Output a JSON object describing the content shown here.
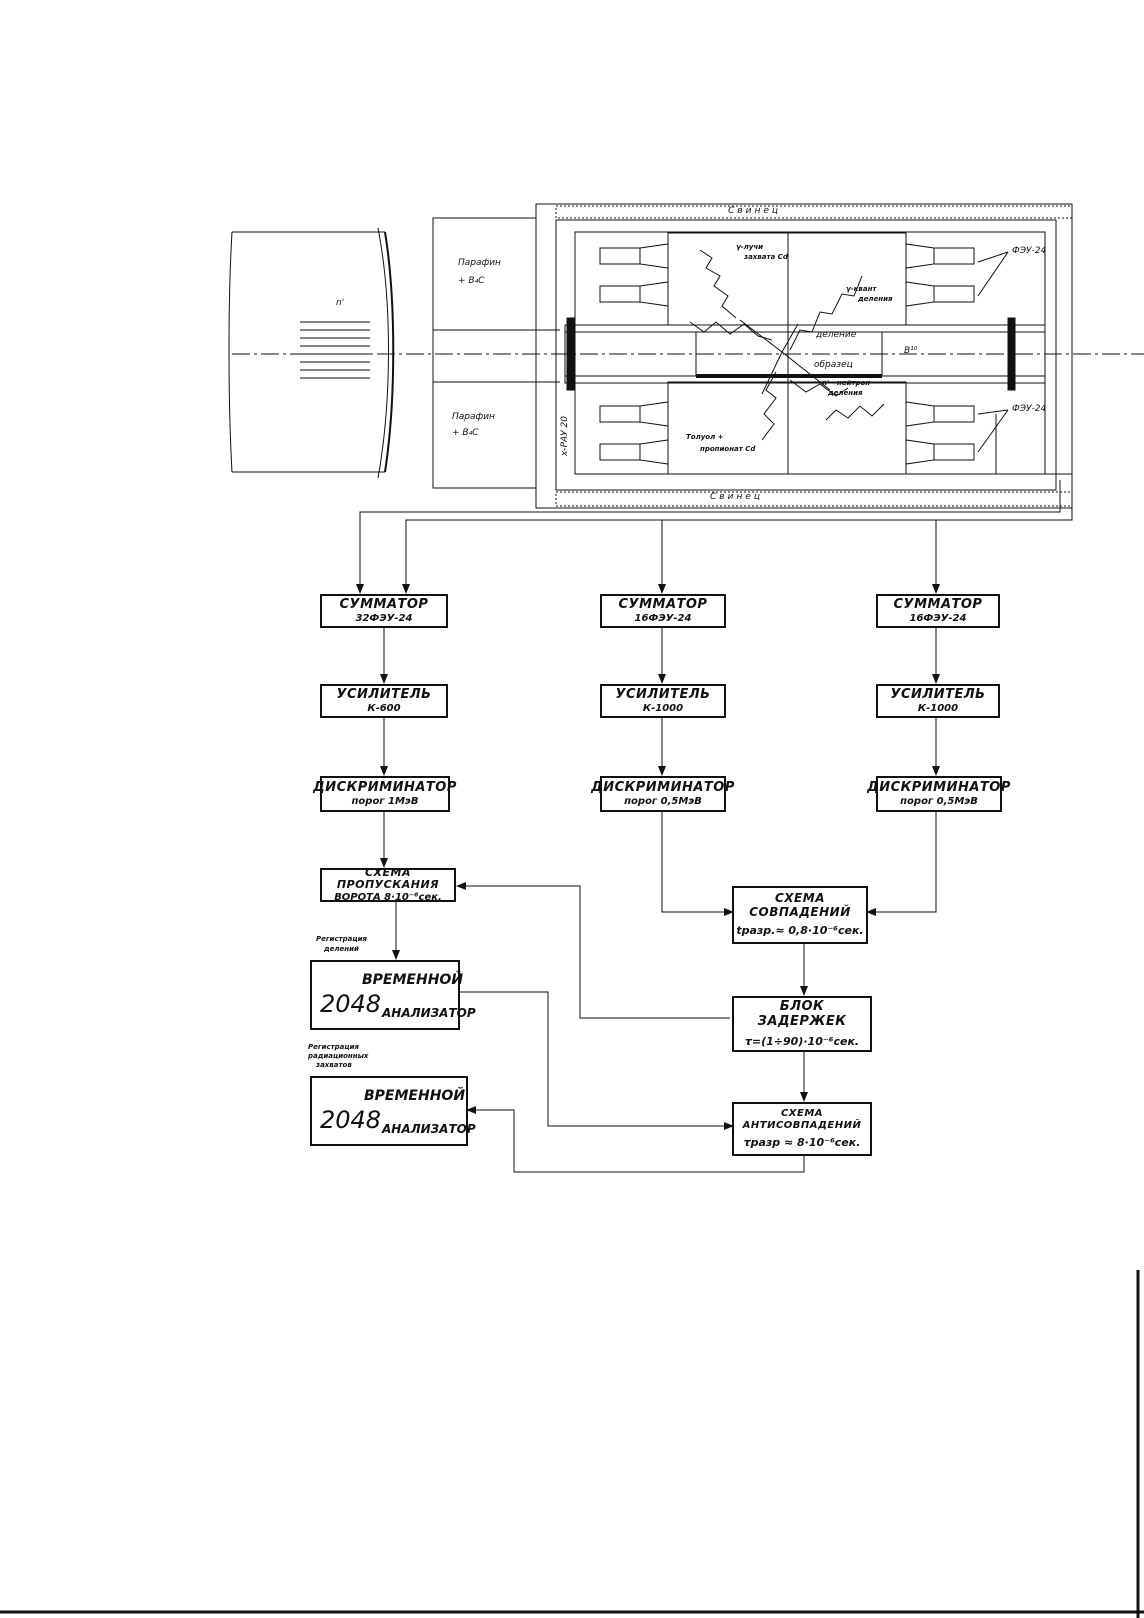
{
  "setup": {
    "lead_top": "Свинец",
    "lead_bottom": "Свинец",
    "paraffin_top": [
      "Парафин",
      "+ B₄C"
    ],
    "paraffin_bottom": [
      "Парафин",
      "+ B₄C"
    ],
    "neutron_label": "n'",
    "pmt_top": "ФЭУ-24",
    "pmt_bottom": "ФЭУ-24",
    "capture_gamma": [
      "γ-лучи",
      "захвата Cd"
    ],
    "fission_gamma": [
      "γ-квант",
      "деления"
    ],
    "fission": "деление",
    "sample": "образец",
    "fission_neutron": [
      "n' - нейтрон",
      "деления"
    ],
    "toluene": [
      "Толуол +",
      "пропионат Cd"
    ],
    "side_label": "x-РАУ 20",
    "boron": "B¹⁰"
  },
  "columns": {
    "left": {
      "summator": [
        "СУММАТОР",
        "32ФЭУ-24"
      ],
      "amplifier": [
        "УСИЛИТЕЛЬ",
        "К-600"
      ],
      "discriminator": [
        "ДИСКРИМИНАТОР",
        "порог 1МэВ"
      ],
      "gate": [
        "СХЕМА ПРОПУСКАНИЯ",
        "ВОРОТА 8·10⁻⁶сек."
      ]
    },
    "middle": {
      "summator": [
        "СУММАТОР",
        "16ФЭУ-24"
      ],
      "amplifier": [
        "УСИЛИТЕЛЬ",
        "К-1000"
      ],
      "discriminator": [
        "ДИСКРИМИНАТОР",
        "порог 0,5МэВ"
      ]
    },
    "right": {
      "summator": [
        "СУММАТОР",
        "16ФЭУ-24"
      ],
      "amplifier": [
        "УСИЛИТЕЛЬ",
        "К-1000"
      ],
      "discriminator": [
        "ДИСКРИМИНАТОР",
        "порог 0,5МэВ"
      ]
    }
  },
  "coincidence": [
    "СХЕМА СОВПАДЕНИЙ",
    "tразр.≈ 0,8·10⁻⁶сек."
  ],
  "delay": [
    "БЛОК ЗАДЕРЖЕК",
    "τ=(1÷90)·10⁻⁶сек."
  ],
  "anticoincidence": [
    "СХЕМА АНТИСОВПАДЕНИЙ",
    "τразр ≈ 8·10⁻⁶сек."
  ],
  "analyzer1": {
    "caption": [
      "Регистрация",
      "делений"
    ],
    "channels": "2048",
    "word1": "ВРЕМЕННОЙ",
    "word2": "АНАЛИЗАТОР"
  },
  "analyzer2": {
    "caption": [
      "Регистрация",
      "радиационных",
      "захватов"
    ],
    "channels": "2048",
    "word1": "ВРЕМЕННОЙ",
    "word2": "АНАЛИЗАТОР"
  }
}
